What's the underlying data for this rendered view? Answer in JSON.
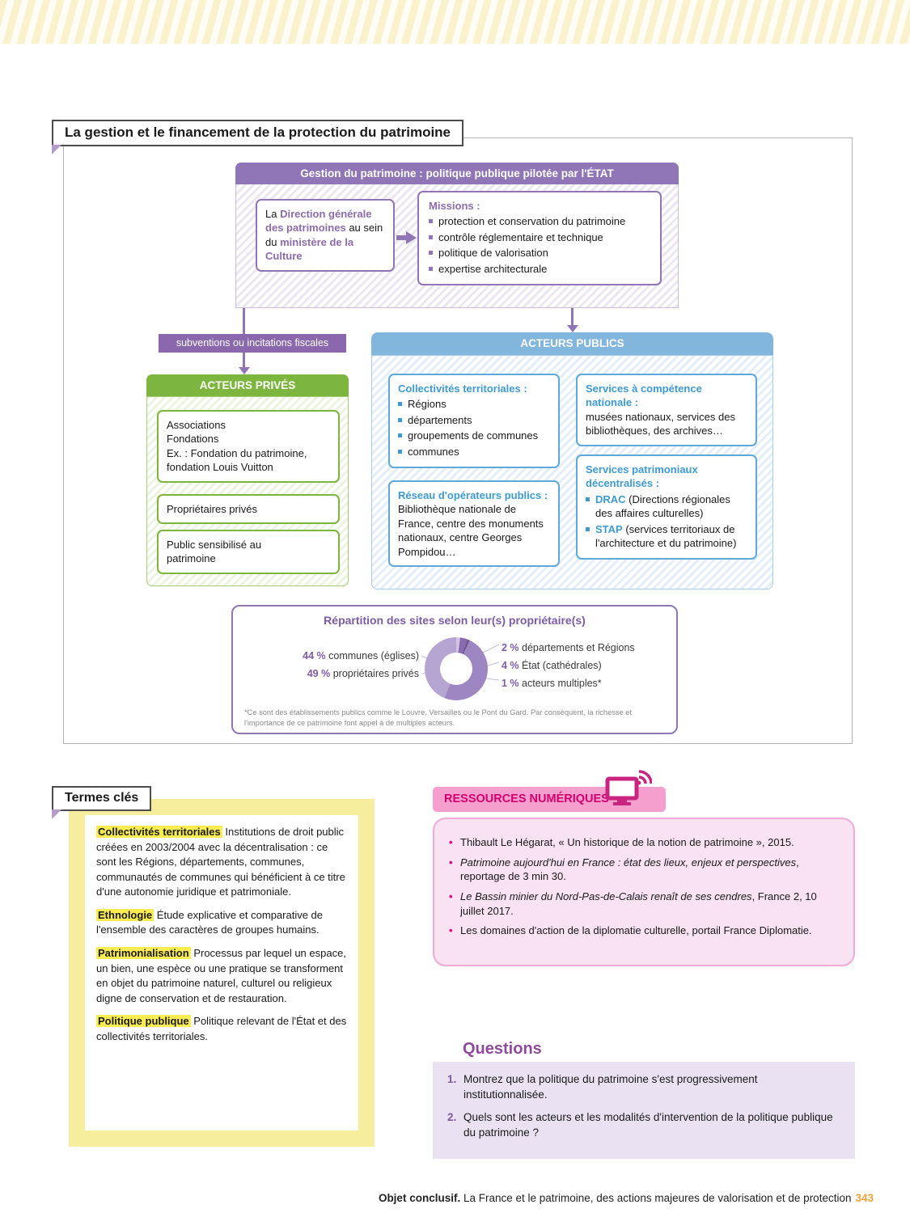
{
  "colors": {
    "purple": "#9076b6",
    "purple_dark": "#8b68ad",
    "green": "#7db63e",
    "blue": "#83b6dd",
    "blue_title": "#3e9ad2",
    "pink_accent": "#e5007d",
    "pink_light": "#f49fcd",
    "yellow_frame": "#f6ee9c",
    "highlight_yellow": "#f9ec52",
    "page_number_orange": "#f2a233"
  },
  "page": {
    "title": "La gestion et le financement de la protection du patrimoine",
    "footer": {
      "bold": "Objet conclusif.",
      "text": " La France et le patrimoine, des actions majeures de valorisation et de protection",
      "page_number": "343"
    }
  },
  "diagram": {
    "header": "Gestion du patrimoine : politique publique pilotée par l'ÉTAT",
    "direction": {
      "pre": "La ",
      "bold1": "Direction générale des patrimoines",
      "mid": " au sein du ",
      "bold2": "ministère de la Culture"
    },
    "missions": {
      "title": "Missions :",
      "items": [
        "protection et conservation du patrimoine",
        "contrôle réglementaire et technique",
        "politique de valorisation",
        "expertise architecturale"
      ]
    },
    "arrow_label": "subventions ou incitations fiscales",
    "private_actors": {
      "title": "ACTEURS PRIVÉS",
      "box1_line1": "Associations",
      "box1_line2": "Fondations",
      "box1_line3": "Ex. : Fondation du patrimoine, fondation Louis Vuitton",
      "box2": "Propriétaires privés",
      "box3": "Public sensibilisé au patrimoine"
    },
    "public_actors": {
      "title": "ACTEURS PUBLICS",
      "collectivites": {
        "title": "Collectivités territoriales :",
        "items": [
          "Régions",
          "départements",
          "groupements de communes",
          "communes"
        ]
      },
      "services_nationaux": {
        "title": "Services à compétence nationale :",
        "body": "musées nationaux, services des bibliothèques, des archives…"
      },
      "reseau": {
        "title": "Réseau d'opérateurs publics :",
        "body": "Bibliothèque nationale de France, centre des monuments nationaux, centre Georges Pompidou…"
      },
      "decentralises": {
        "title": "Services patrimoniaux décentralisés :",
        "drac_acronym": "DRAC",
        "drac_rest": " (Directions régionales des affaires culturelles)",
        "stap_acronym": "STAP",
        "stap_rest": " (services territoriaux de l'architecture et du patrimoine)"
      }
    },
    "repartition": {
      "title": "Répartition des sites selon leur(s) propriétaire(s)",
      "labels_left": [
        {
          "pct": "44 %",
          "text": " communes (églises)"
        },
        {
          "pct": "49 %",
          "text": " propriétaires privés"
        }
      ],
      "labels_right": [
        {
          "pct": "2 %",
          "text": " départements et Régions"
        },
        {
          "pct": "4 %",
          "text": " État (cathédrales)"
        },
        {
          "pct": "1 %",
          "text": " acteurs multiples*"
        }
      ],
      "footnote": "*Ce sont des établissements publics comme le Louvre, Versailles ou le Pont du Gard. Par conséquent, la richesse et l'importance de ce patrimoine font appel à de multiples acteurs."
    }
  },
  "chart_data": {
    "type": "pie",
    "title": "Répartition des sites selon leur(s) propriétaire(s)",
    "categories": [
      "communes (églises)",
      "propriétaires privés",
      "départements et Régions",
      "État (cathédrales)",
      "acteurs multiples"
    ],
    "values": [
      44,
      49,
      2,
      4,
      1
    ],
    "unit": "%"
  },
  "termes_cles": {
    "title": "Termes clés",
    "entries": [
      {
        "term": "Collectivités territoriales",
        "definition": " Institutions de droit public créées en 2003/2004 avec la décentralisation : ce sont les Régions, départements, communes, communautés de communes qui bénéficient à ce titre d'une autonomie juridique et patrimoniale."
      },
      {
        "term": "Ethnologie",
        "definition": " Étude explicative et comparative de l'ensemble des caractères de groupes humains."
      },
      {
        "term": "Patrimonialisation",
        "definition": " Processus par lequel un espace, un bien, une espèce ou une pratique se transforment en objet du patrimoine naturel, culturel ou religieux digne de conservation et de restauration."
      },
      {
        "term": "Politique publique",
        "definition": " Politique relevant de l'État et des collectivités territoriales."
      }
    ]
  },
  "ressources": {
    "title": "RESSOURCES NUMÉRIQUES",
    "items": [
      {
        "pre": "Thibault Le Hégarat, « Un historique de la notion de patrimoine », 2015.",
        "italic": "",
        "post": ""
      },
      {
        "pre": "",
        "italic": "Patrimoine aujourd'hui en France : état des lieux, enjeux et perspectives",
        "post": ", reportage de 3 min 30."
      },
      {
        "pre": "",
        "italic": "Le Bassin minier du Nord-Pas-de-Calais renaît de ses cendres",
        "post": ", France 2, 10 juillet 2017."
      },
      {
        "pre": "Les domaines d'action de la diplomatie culturelle, portail France Diplomatie.",
        "italic": "",
        "post": ""
      }
    ]
  },
  "questions": {
    "title": "Questions",
    "items": [
      {
        "num": "1.",
        "text": "Montrez que la politique du patrimoine s'est progressivement institutionnalisée."
      },
      {
        "num": "2.",
        "text": "Quels sont les acteurs et les modalités d'intervention de la politique publique du patrimoine ?"
      }
    ]
  }
}
